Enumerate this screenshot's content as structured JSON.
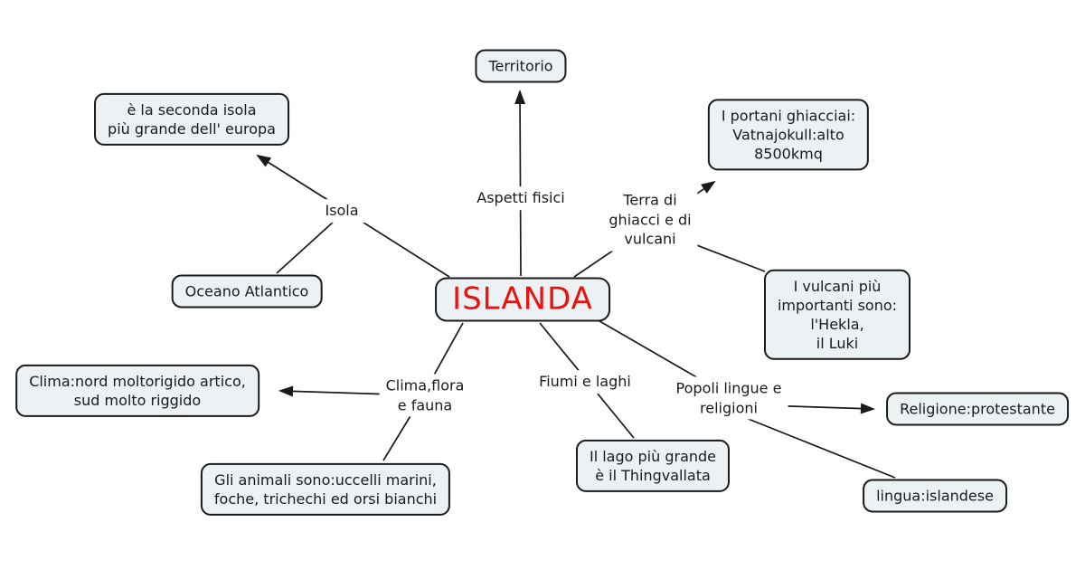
{
  "diagram": {
    "type": "concept-map",
    "language": "it",
    "central_node": {
      "text": "ISLANDA"
    },
    "concept_nodes": [
      {
        "id": "seconda-isola",
        "text": "è la seconda isola\npiù grande dell' europa"
      },
      {
        "id": "territorio",
        "text": "Territorio"
      },
      {
        "id": "portani",
        "text": "I portani ghiacciai:\nVatnajokull:alto\n8500kmq"
      },
      {
        "id": "oceano",
        "text": "Oceano Atlantico"
      },
      {
        "id": "vulcani",
        "text": "I vulcani più\nimportanti sono:\nl'Hekla,\nil Luki"
      },
      {
        "id": "clima-nord",
        "text": "Clima:nord moltorigido artico,\nsud molto riggido"
      },
      {
        "id": "animali",
        "text": "Gli animali sono:uccelli marini,\nfoche, trichechi ed orsi bianchi"
      },
      {
        "id": "lago",
        "text": "Il lago più grande\nè il Thingvallata"
      },
      {
        "id": "religione",
        "text": "Religione:protestante"
      },
      {
        "id": "lingua",
        "text": "lingua:islandese"
      }
    ],
    "link_labels": [
      {
        "id": "isola",
        "text": "Isola"
      },
      {
        "id": "aspetti",
        "text": "Aspetti fisici"
      },
      {
        "id": "terra",
        "text": "Terra di\nghiacci e di\nvulcani"
      },
      {
        "id": "clima-flora",
        "text": "Clima,flora\ne fauna"
      },
      {
        "id": "fiumi",
        "text": "Fiumi e laghi"
      },
      {
        "id": "popoli",
        "text": "Popoli lingue e\nreligioni"
      }
    ],
    "colors": {
      "background": "#ffffff",
      "node_fill": "#ecf2f4",
      "node_border": "#1a1a1a",
      "line": "#1a1a1a",
      "central_text": "#ea1111"
    }
  }
}
